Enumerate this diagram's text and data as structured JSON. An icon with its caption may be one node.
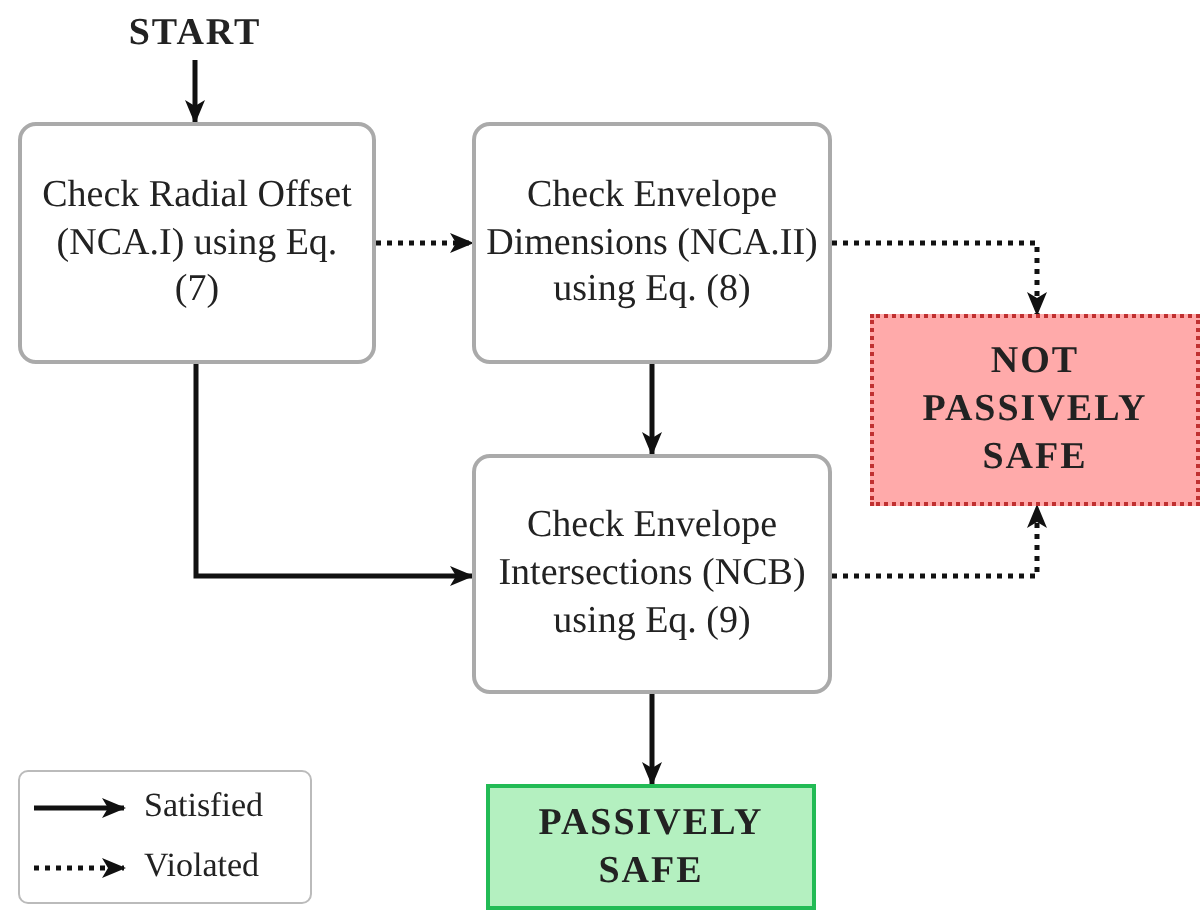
{
  "diagram": {
    "nodes": [
      {
        "text": [
          "START"
        ]
      },
      {
        "text": [
          "Check Radial Offset (NCA.I) using Eq. (7)"
        ]
      },
      {
        "text": [
          "Check Envelope Dimensions (NCA.II) using Eq. (8)"
        ]
      },
      {
        "text": [
          "NOT PASSIVELY SAFE"
        ]
      },
      {
        "text": [
          "Check Envelope Intersections (NCB) using Eq. (9)"
        ]
      },
      {
        "text": [
          "PASSIVELY SAFE"
        ]
      }
    ],
    "edges": [
      {
        "from": 0,
        "to": 1,
        "arrow": "to"
      },
      {
        "from": 1,
        "to": 2,
        "arrow": "to",
        "style": "dashed"
      },
      {
        "from": 2,
        "to": 3,
        "arrow": "to",
        "style": "dashed"
      },
      {
        "from": 2,
        "to": 4,
        "arrow": "to"
      },
      {
        "from": 1,
        "to": 4,
        "arrow": "to"
      },
      {
        "from": 4,
        "to": 3,
        "arrow": "to",
        "style": "dashed"
      },
      {
        "from": 4,
        "to": 5,
        "arrow": "to"
      }
    ],
    "legend": [
      {
        "text": "Satisfied"
      },
      {
        "text": "Violated"
      }
    ]
  }
}
